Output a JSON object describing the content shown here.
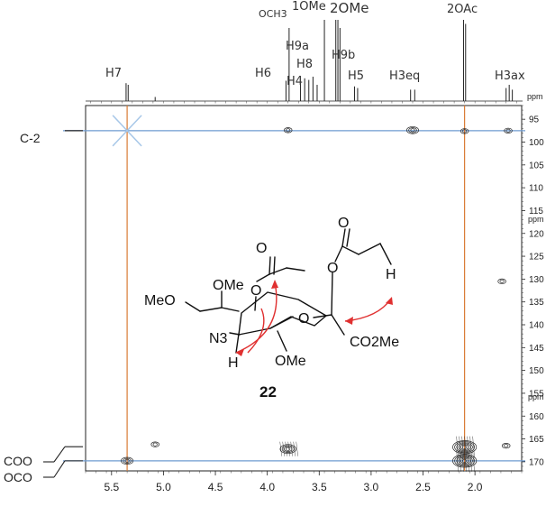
{
  "chart_data": {
    "type": "hmbc-2d-nmr",
    "f2_axis": {
      "unit": "ppm",
      "range": [
        5.75,
        1.55
      ],
      "ticks": [
        "5.5",
        "5.0",
        "4.5",
        "4.0",
        "3.5",
        "3.0",
        "2.5",
        "2.0"
      ],
      "tick_values": [
        5.5,
        5.0,
        4.5,
        4.0,
        3.5,
        3.0,
        2.5,
        2.0
      ]
    },
    "f1_axis": {
      "unit": "ppm",
      "range": [
        92,
        172
      ],
      "ticks": [
        "95",
        "100",
        "105",
        "110",
        "115",
        "120",
        "125",
        "130",
        "135",
        "140",
        "145",
        "150",
        "155",
        "160",
        "165",
        "170"
      ],
      "tick_values": [
        95,
        100,
        105,
        110,
        115,
        120,
        125,
        130,
        135,
        140,
        145,
        150,
        155,
        160,
        165,
        170
      ]
    },
    "proton_assignments": [
      {
        "label": "H7",
        "ppm": 5.36
      },
      {
        "label": "H6",
        "ppm": 3.82
      },
      {
        "label": "OCH3",
        "ppm": 3.78
      },
      {
        "label": "H4",
        "ppm": 3.66
      },
      {
        "label": "H9a",
        "ppm": 3.62
      },
      {
        "label": "H8",
        "ppm": 3.56
      },
      {
        "label": "1OMe",
        "ppm": 3.45
      },
      {
        "label": "2OMe",
        "ppm": 3.33
      },
      {
        "label": "H9b",
        "ppm": 3.3
      },
      {
        "label": "H5",
        "ppm": 3.14
      },
      {
        "label": "H3eq",
        "ppm": 2.6
      },
      {
        "label": "2OAc",
        "ppm": 2.1
      },
      {
        "label": "H3ax",
        "ppm": 1.68
      }
    ],
    "spectrum_1h_peaks": [
      {
        "ppm": 5.36,
        "h": 0.22
      },
      {
        "ppm": 5.34,
        "h": 0.2
      },
      {
        "ppm": 5.08,
        "h": 0.05
      },
      {
        "ppm": 3.82,
        "h": 0.25
      },
      {
        "ppm": 3.79,
        "h": 0.9
      },
      {
        "ppm": 3.68,
        "h": 0.22
      },
      {
        "ppm": 3.64,
        "h": 0.28
      },
      {
        "ppm": 3.6,
        "h": 0.26
      },
      {
        "ppm": 3.56,
        "h": 0.3
      },
      {
        "ppm": 3.52,
        "h": 0.2
      },
      {
        "ppm": 3.45,
        "h": 1.0
      },
      {
        "ppm": 3.34,
        "h": 1.0
      },
      {
        "ppm": 3.32,
        "h": 1.0
      },
      {
        "ppm": 3.3,
        "h": 0.9
      },
      {
        "ppm": 3.16,
        "h": 0.18
      },
      {
        "ppm": 3.13,
        "h": 0.16
      },
      {
        "ppm": 2.62,
        "h": 0.14
      },
      {
        "ppm": 2.58,
        "h": 0.14
      },
      {
        "ppm": 2.11,
        "h": 1.0
      },
      {
        "ppm": 2.09,
        "h": 0.95
      },
      {
        "ppm": 1.7,
        "h": 0.16
      },
      {
        "ppm": 1.67,
        "h": 0.2
      },
      {
        "ppm": 1.64,
        "h": 0.14
      }
    ],
    "carbon_labels": [
      {
        "label": "C-2",
        "ppm": 97.5
      },
      {
        "label": "COO",
        "ppm": 166.7
      },
      {
        "label": "OCO",
        "ppm": 169.8
      }
    ],
    "cross_peaks": [
      {
        "f2": 3.8,
        "f1": 97.4,
        "size": 1
      },
      {
        "f2": 2.6,
        "f1": 97.4,
        "size": 1.3
      },
      {
        "f2": 2.1,
        "f1": 97.6,
        "size": 0.5
      },
      {
        "f2": 1.68,
        "f1": 97.5,
        "size": 1.2
      },
      {
        "f2": 1.74,
        "f1": 130.5,
        "size": 0.6
      },
      {
        "f2": 5.35,
        "f1": 169.8,
        "size": 1.4
      },
      {
        "f2": 5.08,
        "f1": 166.2,
        "size": 0.6
      },
      {
        "f2": 3.8,
        "f1": 167.2,
        "size": 2
      },
      {
        "f2": 2.1,
        "f1": 166.8,
        "size": 3
      },
      {
        "f2": 2.1,
        "f1": 169.8,
        "size": 3
      },
      {
        "f2": 1.7,
        "f1": 166.5,
        "size": 0.7
      }
    ],
    "guide_lines": {
      "horizontal_f1": [
        97.5,
        169.8
      ],
      "vertical_f2": [
        5.35,
        2.1
      ]
    },
    "marker_x": {
      "f2": 5.35,
      "f1": 97.5
    },
    "compound": {
      "number": "22",
      "labels": [
        "MeO",
        "OMe",
        "O",
        "N3",
        "H",
        "OMe",
        "O",
        "CO2Me",
        "H",
        "O",
        "O"
      ]
    },
    "colors": {
      "guide_blue": "#6f9bd1",
      "guide_orange": "#d97b35",
      "arrow_red": "#e03030",
      "marker_x": "#a7c7e8",
      "contour": "#222222"
    }
  }
}
